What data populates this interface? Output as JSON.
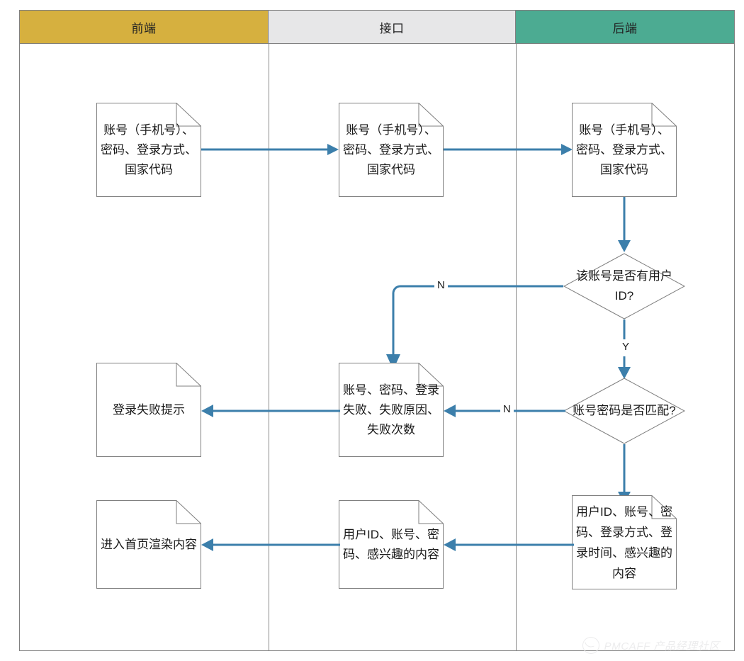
{
  "diagram": {
    "type": "swimlane-flowchart",
    "colors": {
      "lane_frontend": "#d6b03f",
      "lane_api": "#e7e7e8",
      "lane_backend": "#4cab92",
      "connector": "#3c7fab",
      "shape_border": "#7f7f7f",
      "frame_border": "#808080"
    },
    "lanes": [
      {
        "id": "frontend",
        "label": "前端"
      },
      {
        "id": "api",
        "label": "接口"
      },
      {
        "id": "backend",
        "label": "后端"
      }
    ],
    "nodes": [
      {
        "id": "fe-credentials",
        "shape": "document",
        "lane": "frontend",
        "label": "账号（手机号）、密码、登录方式、国家代码"
      },
      {
        "id": "api-credentials",
        "shape": "document",
        "lane": "api",
        "label": "账号（手机号）、密码、登录方式、国家代码"
      },
      {
        "id": "be-credentials",
        "shape": "document",
        "lane": "backend",
        "label": "账号（手机号）、密码、登录方式、国家代码"
      },
      {
        "id": "decision-userid",
        "shape": "diamond",
        "lane": "backend",
        "label": "该账号是否有用户ID?"
      },
      {
        "id": "decision-password",
        "shape": "diamond",
        "lane": "backend",
        "label": "账号密码是否匹配?"
      },
      {
        "id": "api-fail",
        "shape": "document",
        "lane": "api",
        "label": "账号、密码、登录失败、失败原因、失败次数"
      },
      {
        "id": "fe-fail",
        "shape": "document",
        "lane": "frontend",
        "label": "登录失败提示"
      },
      {
        "id": "be-success",
        "shape": "document",
        "lane": "backend",
        "label": "用户ID、账号、密码、登录方式、登录时间、感兴趣的内容"
      },
      {
        "id": "api-success",
        "shape": "document",
        "lane": "api",
        "label": "用户ID、账号、密码、感兴趣的内容"
      },
      {
        "id": "fe-success",
        "shape": "document",
        "lane": "frontend",
        "label": "进入首页渲染内容"
      }
    ],
    "edge_labels": [
      {
        "id": "edge-userid-no",
        "label": "N"
      },
      {
        "id": "edge-userid-yes",
        "label": "Y"
      },
      {
        "id": "edge-password-no",
        "label": "N"
      }
    ]
  },
  "watermark": {
    "text": "PMCAFF 产品经理社区"
  }
}
